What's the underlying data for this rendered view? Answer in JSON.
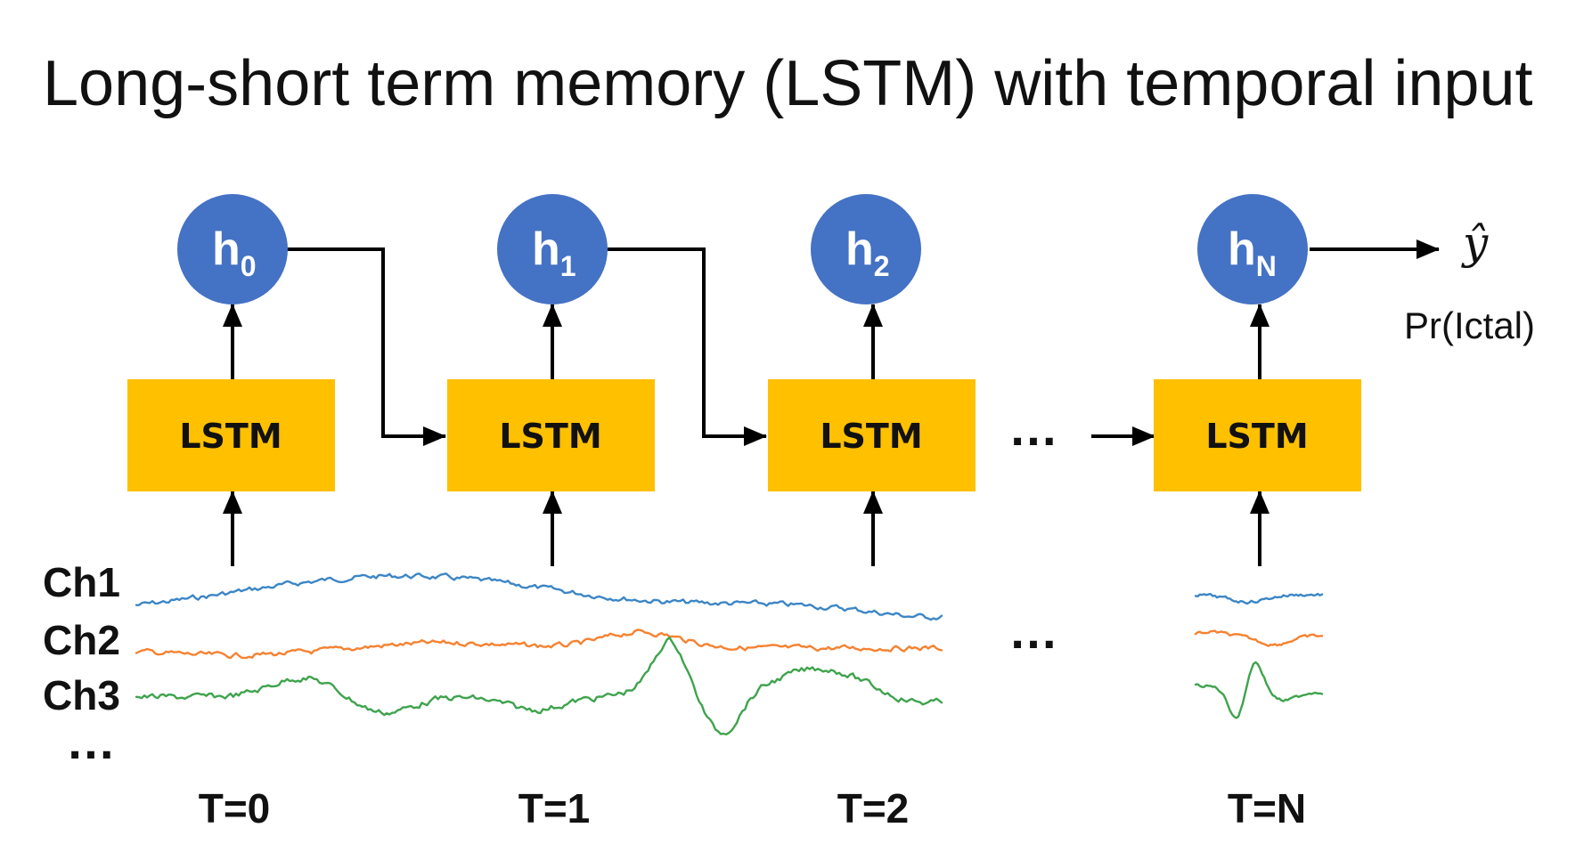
{
  "title": "Long-short term memory (LSTM) with temporal input",
  "colors": {
    "hidden_node": "#4472C4",
    "lstm_box": "#FFC000",
    "ch1": "#3C86C5",
    "ch2": "#F58231",
    "ch3": "#3FA34D",
    "arrow": "#000000"
  },
  "hidden_states": [
    {
      "main": "h",
      "sub": "0"
    },
    {
      "main": "h",
      "sub": "1"
    },
    {
      "main": "h",
      "sub": "2"
    },
    {
      "main": "h",
      "sub": "N"
    }
  ],
  "lstm_label": "LSTM",
  "time_labels": [
    "T=0",
    "T=1",
    "T=2",
    "T=N"
  ],
  "channels": [
    "Ch1",
    "Ch2",
    "Ch3"
  ],
  "ellipsis": "…",
  "output": {
    "symbol": "ŷ",
    "label": "Pr(Ictal)"
  }
}
